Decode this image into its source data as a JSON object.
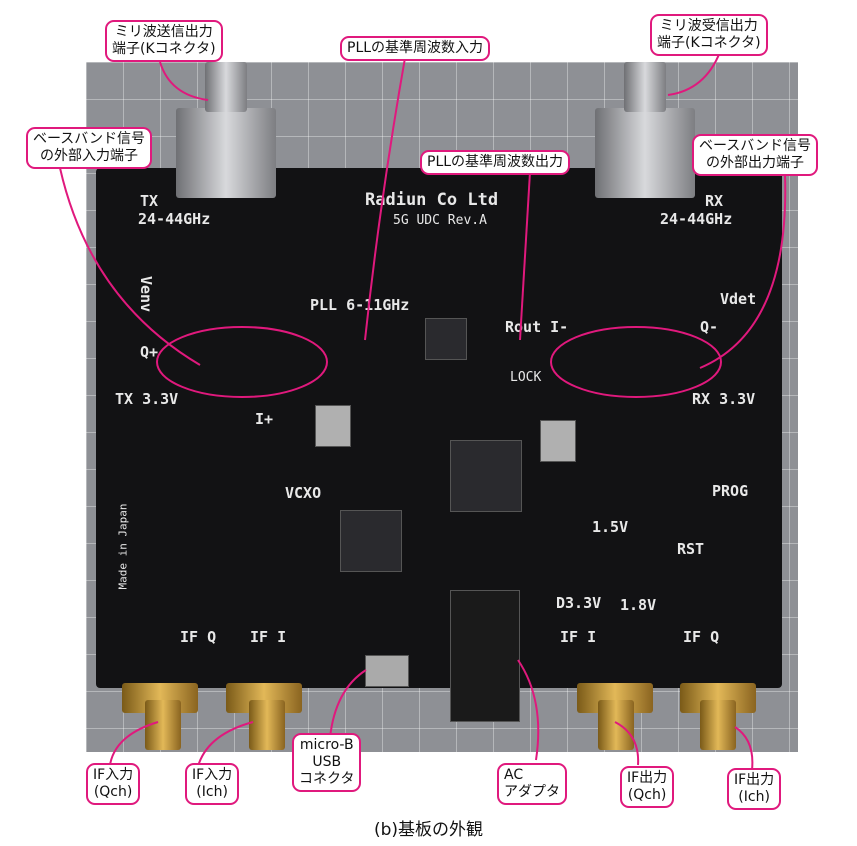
{
  "caption": "(b)基板の外観",
  "callouts": {
    "tx_connector": [
      "ミリ波送信出力",
      "端子(Kコネクタ)"
    ],
    "rx_connector": [
      "ミリ波受信出力",
      "端子(Kコネクタ)"
    ],
    "pll_ref_in": "PLLの基準周波数入力",
    "pll_ref_out": "PLLの基準周波数出力",
    "bb_in": [
      "ベースバンド信号",
      "の外部入力端子"
    ],
    "bb_out": [
      "ベースバンド信号",
      "の外部出力端子"
    ],
    "if_in_q": [
      "IF入力",
      "(Qch)"
    ],
    "if_in_i": [
      "IF入力",
      "(Ich)"
    ],
    "usb": [
      "micro-B",
      "USB",
      "コネクタ"
    ],
    "ac": [
      "AC",
      "アダプタ"
    ],
    "if_out_q": [
      "IF出力",
      "(Qch)"
    ],
    "if_out_i": [
      "IF出力",
      "(Ich)"
    ]
  },
  "silkscreen": {
    "tx": "TX",
    "tx_band": "24-44GHz",
    "rx": "RX",
    "rx_band": "24-44GHz",
    "company": "Radiun Co Ltd",
    "rev": "5G UDC Rev.A",
    "pll": "PLL 6-11GHz",
    "vcxo": "VCXO",
    "tx33": "TX 3.3V",
    "rx33": "RX 3.3V",
    "prog": "PROG",
    "rst": "RST",
    "v15": "1.5V",
    "v18": "1.8V",
    "d33": "D3.3V",
    "ifq_l": "IF Q",
    "ifi_l": "IF I",
    "ifi_r": "IF I",
    "ifq_r": "IF Q",
    "made": "Made in Japan",
    "vdet": "Vdet",
    "venv": "Venv",
    "lock": "LOCK",
    "qplus": "Q+",
    "qminus": "Q-",
    "iplus": "I+",
    "rout_i": "Rout I-"
  }
}
